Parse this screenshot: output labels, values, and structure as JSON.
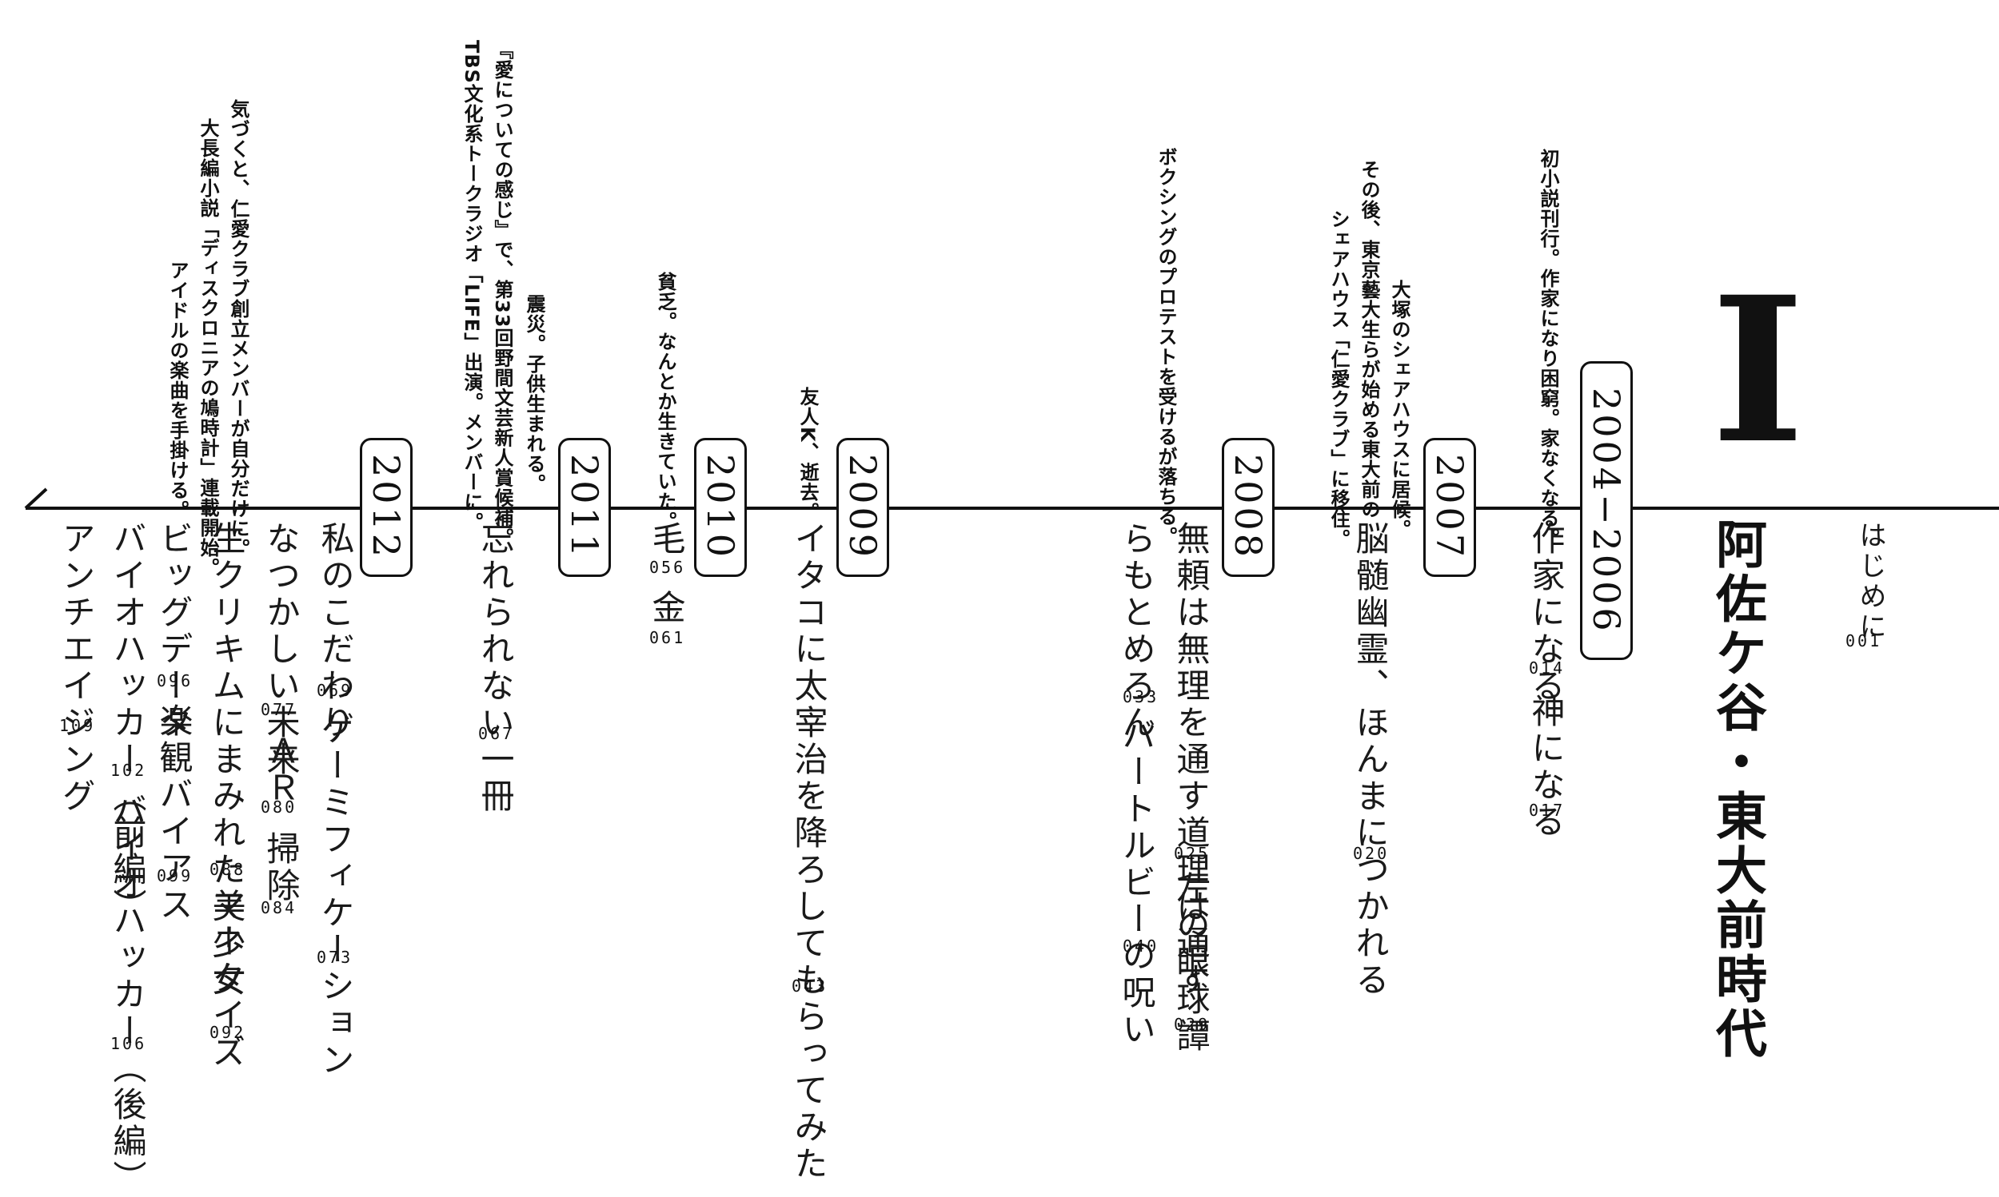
{
  "chapter": {
    "numeral": "I",
    "title": "阿佐ケ谷・東大前時代"
  },
  "intro": {
    "title": "はじめに",
    "page": "001"
  },
  "years": [
    "2004−2006",
    "2007",
    "2008",
    "2009",
    "2010",
    "2011",
    "2012"
  ],
  "notes": {
    "y2004": [
      "初小説刊行。作家になり困窮。家なくなる。"
    ],
    "y2007": [
      "大塚のシェアハウスに居候。",
      "その後、東京藝大生らが始める東大前の",
      "シェアハウス「仁愛クラブ」に移住。"
    ],
    "y2008": [
      "ボクシングのプロテストを受けるが落ちる。"
    ],
    "y2009": [
      "友人K、逝去。"
    ],
    "y2010": [
      "貧乏。なんとか生きていた。"
    ],
    "y2011": [
      "震災。子供生まれる。",
      "『愛についての感じ』で、第33回野間文芸新人賞候補。",
      "TBS文化系トークラジオ「LIFE」出演。メンバーに。"
    ],
    "y2012": [
      "気づくと、仁愛クラブ創立メンバーが自分だけに。",
      "大長編小説「ディスクロニアの鳩時計」連載開始。",
      "アイドルの楽曲を手掛ける。"
    ]
  },
  "entries": {
    "e1": {
      "title": "作家になる",
      "page": "014"
    },
    "e2": {
      "title": "神になる",
      "page": "017"
    },
    "e3": {
      "title": "脳髄幽霊、ほんまにつかれる",
      "page": "020"
    },
    "e4": {
      "title": "無頼は無理を通す道理は通す",
      "page": "025"
    },
    "e5": {
      "title": "左の眼球譚",
      "page": "029"
    },
    "e6": {
      "title": "らもとめろん",
      "page": "033"
    },
    "e7": {
      "title": "バートルビーの呪い",
      "page": "040"
    },
    "e8": {
      "title": "イタコに太宰治を降ろしてもらってみた",
      "page": "043"
    },
    "e9": {
      "title": "毛",
      "page": "056"
    },
    "e10": {
      "title": "金",
      "page": "061"
    },
    "e11": {
      "title": "忘れられない一冊",
      "page": "067"
    },
    "e12": {
      "title": "私のこだわり",
      "page": "069"
    },
    "e13": {
      "title": "ゲーミフィケーション",
      "page": "073"
    },
    "e14": {
      "title": "なつかしい未来",
      "page": "077"
    },
    "e15": {
      "title": "ＡＲ",
      "page": "080"
    },
    "e16": {
      "title": "掃除",
      "page": "084"
    },
    "e17": {
      "title": "生クリキムにまみれた美少女",
      "page": "088"
    },
    "e18": {
      "title": "マネタイズ",
      "page": "092"
    },
    "e19": {
      "title": "ビッグデータ",
      "page": "096"
    },
    "e20": {
      "title": "楽観バイアス",
      "page": "099"
    },
    "e21": {
      "title": "バイオハッカー（前編）",
      "page": "102"
    },
    "e22": {
      "title": "バイオハッカー（後編）",
      "page": "106"
    },
    "e23": {
      "title": "アンチエイジング",
      "page": "109"
    }
  },
  "colors": {
    "ink": "#111111",
    "paper": "#ffffff"
  }
}
